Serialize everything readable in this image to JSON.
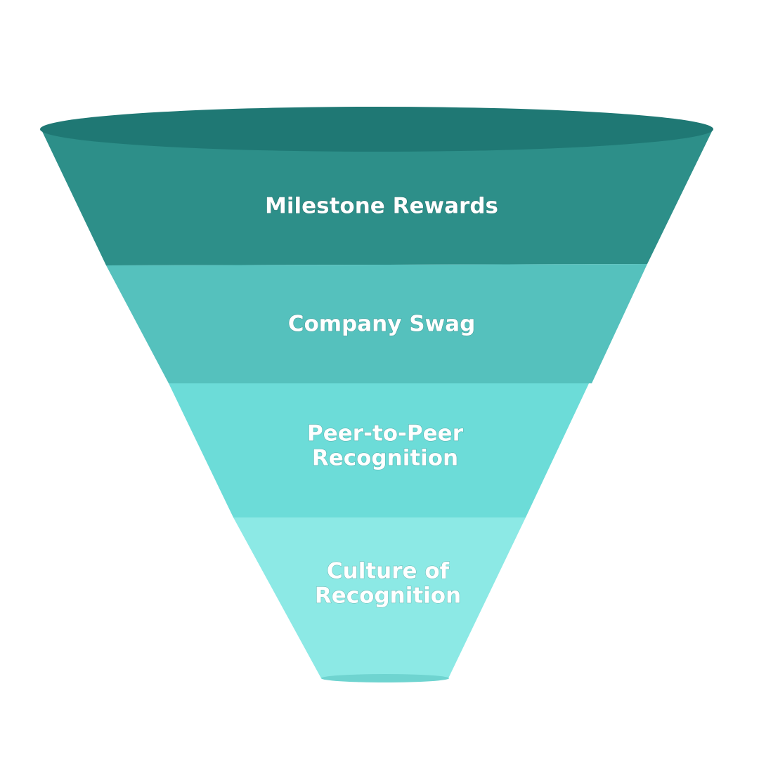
{
  "funnel": {
    "colors": {
      "rim": "#1f7874",
      "stage_1": "#2d8f89",
      "stage_2": "#55c1bd",
      "stage_3": "#6cdcd8",
      "stage_4": "#8ce9e5",
      "bottom_ellipse": "#6fd4d0"
    },
    "stages": [
      {
        "line1": "Milestone Rewards",
        "line2": ""
      },
      {
        "line1": "Company Swag",
        "line2": ""
      },
      {
        "line1": "Peer-to-Peer",
        "line2": "Recognition"
      },
      {
        "line1": "Culture of",
        "line2": "Recognition"
      }
    ]
  }
}
